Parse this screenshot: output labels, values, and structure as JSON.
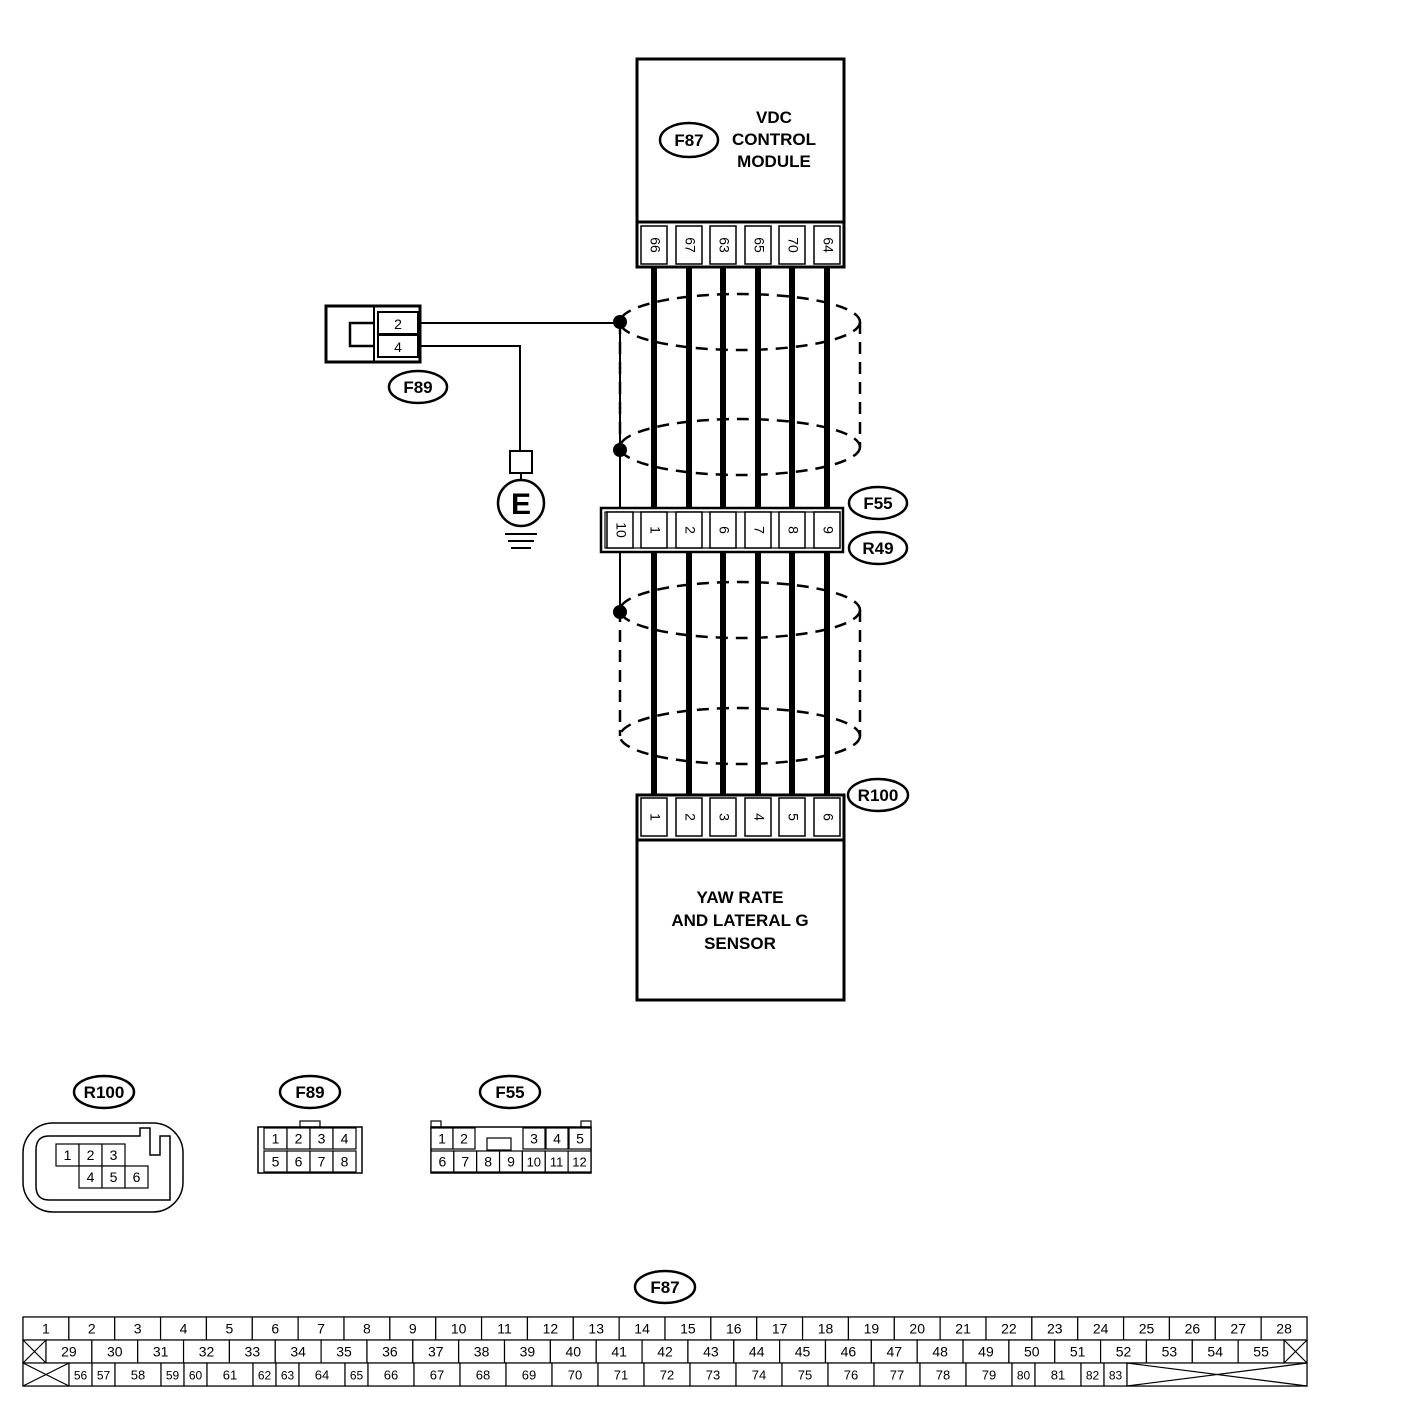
{
  "modules": {
    "vdc": {
      "label_lines": [
        "VDC",
        "CONTROL",
        "MODULE"
      ],
      "connector": "F87",
      "pins": [
        "66",
        "67",
        "63",
        "65",
        "70",
        "64"
      ]
    },
    "yaw": {
      "label_lines": [
        "YAW RATE",
        "AND LATERAL G",
        "SENSOR"
      ],
      "connector": "R100",
      "pins": [
        "1",
        "2",
        "3",
        "4",
        "5",
        "6"
      ]
    }
  },
  "joint_connector": {
    "upper_id": "F55",
    "lower_id": "R49",
    "pins": [
      "10",
      "1",
      "2",
      "6",
      "7",
      "8",
      "9"
    ]
  },
  "check_connector": {
    "id": "F89",
    "pins": [
      "2",
      "4"
    ]
  },
  "ground": {
    "symbol": "E"
  },
  "face_views": {
    "r100": {
      "id": "R100",
      "top_row": [
        "1",
        "2",
        "3"
      ],
      "bottom_row": [
        "4",
        "5",
        "6"
      ]
    },
    "f89": {
      "id": "F89",
      "top_row": [
        "1",
        "2",
        "3",
        "4"
      ],
      "bottom_row": [
        "5",
        "6",
        "7",
        "8"
      ]
    },
    "f55": {
      "id": "F55",
      "top_row": [
        "1",
        "2",
        "3",
        "4",
        "5"
      ],
      "bottom_row": [
        "6",
        "7",
        "8",
        "9",
        "10",
        "11",
        "12"
      ]
    },
    "f87": {
      "id": "F87",
      "row1": [
        "1",
        "2",
        "3",
        "4",
        "5",
        "6",
        "7",
        "8",
        "9",
        "10",
        "11",
        "12",
        "13",
        "14",
        "15",
        "16",
        "17",
        "18",
        "19",
        "20",
        "21",
        "22",
        "23",
        "24",
        "25",
        "26",
        "27",
        "28"
      ],
      "row2": [
        "29",
        "30",
        "31",
        "32",
        "33",
        "34",
        "35",
        "36",
        "37",
        "38",
        "39",
        "40",
        "41",
        "42",
        "43",
        "44",
        "45",
        "46",
        "47",
        "48",
        "49",
        "50",
        "51",
        "52",
        "53",
        "54",
        "55"
      ],
      "row3": [
        "56",
        "57",
        "58",
        "59",
        "60",
        "61",
        "62",
        "63",
        "64",
        "65",
        "66",
        "67",
        "68",
        "69",
        "70",
        "71",
        "72",
        "73",
        "74",
        "75",
        "76",
        "77",
        "78",
        "79",
        "80",
        "81",
        "82",
        "83"
      ]
    }
  }
}
